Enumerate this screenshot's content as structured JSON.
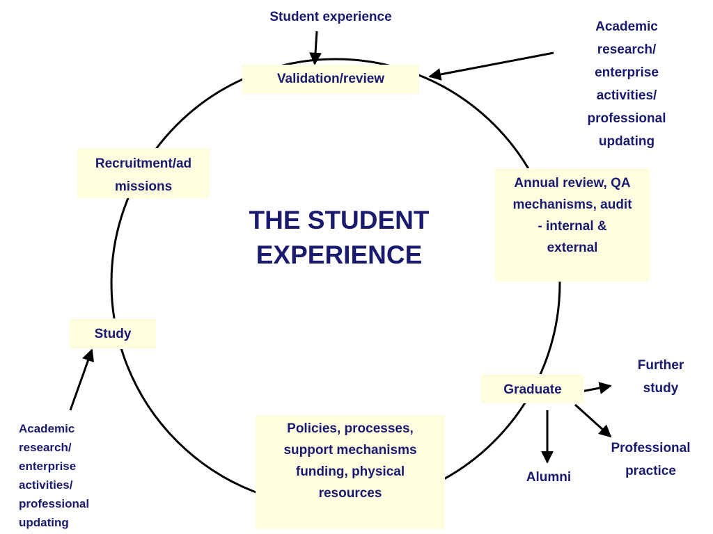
{
  "title": [
    "THE STUDENT",
    "EXPERIENCE"
  ],
  "boxes": {
    "validation": "Validation/review",
    "recruitment": [
      "Recruitment/ad",
      "missions"
    ],
    "annual_review": [
      "Annual review, QA",
      "mechanisms, audit",
      "- internal &",
      "external"
    ],
    "study": "Study",
    "graduate": "Graduate",
    "policies": [
      "Policies, processes,",
      "support mechanisms",
      "funding, physical",
      "resources"
    ]
  },
  "labels": {
    "student_experience": "Student experience",
    "academic_top": [
      "Academic",
      "research/",
      "enterprise",
      "activities/",
      "professional",
      "updating"
    ],
    "academic_bottom": [
      "Academic",
      "research/",
      "enterprise",
      "activities/",
      "professional",
      "updating"
    ],
    "further_study": [
      "Further",
      "study"
    ],
    "professional_practice": [
      "Professional",
      "practice"
    ],
    "alumni": "Alumni"
  },
  "colors": {
    "text": "#1a1a6e",
    "box_fill": "#fffde0",
    "line": "#000000"
  }
}
